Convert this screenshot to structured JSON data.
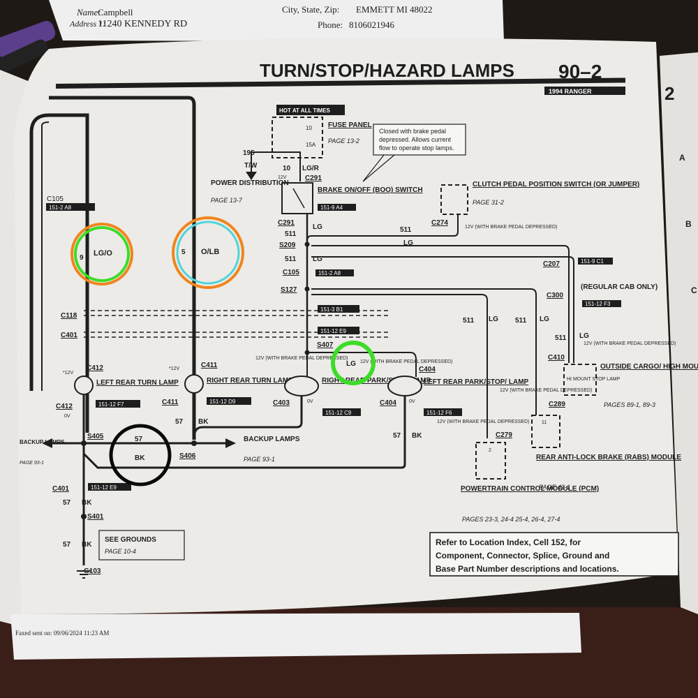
{
  "top_paper": {
    "name_label": "Name:",
    "name_value": "Campbell",
    "address_label": "Address 1:",
    "address_value": "11240 KENNEDY RD",
    "city_label": "City, State, Zip:",
    "city_value": "EMMETT MI 48022",
    "phone_label": "Phone:",
    "phone_value": "8106021946"
  },
  "diagram": {
    "title": "TURN/STOP/HAZARD LAMPS",
    "section": "90–2",
    "model": "1994 RANGER",
    "next_page_edge": "2",
    "edge_letters": [
      "A",
      "B",
      "C"
    ],
    "hot_label": "HOT AT ALL TIMES",
    "fuse_no": "10",
    "fuse_amp": "15A",
    "fuse_panel": "FUSE PANEL",
    "fuse_page": "PAGE 13-2",
    "note_text": [
      "Closed with brake pedal",
      "depressed. Allows current",
      "flow to operate stop lamps."
    ],
    "power_dist": "POWER DISTRIBUTION",
    "power_page": "PAGE 13-7",
    "w195": "195",
    "tw": "T/W",
    "w10": "10",
    "lgr": "LG/R",
    "c291": "C291",
    "v12": "12V",
    "boo_switch": "BRAKE ON/OFF (BOO) SWITCH",
    "boo_ref": "151-9 A4",
    "clutch_switch": "CLUTCH PEDAL POSITION SWITCH (OR JUMPER)",
    "clutch_page": "PAGE 31-2",
    "c274": "C274",
    "brake_note": "12V (WITH BRAKE PEDAL DEPRESSED)",
    "c105": "C105",
    "c105_ref": "151-2 A8",
    "w9": "9",
    "lgo": "LG/O",
    "w5": "5",
    "olb": "O/LB",
    "w511": "511",
    "lg": "LG",
    "s209": "S209",
    "s127": "S127",
    "c207": "C207",
    "c207_ref": "151-9 C1",
    "c300": "C300",
    "regular_cab": "(REGULAR CAB ONLY)",
    "c300_ref": "151-12 F3",
    "c118": "C118",
    "c118_ref": "151-3 B1",
    "c401": "C401",
    "c401_ref": "151-12 E9",
    "s407": "S407",
    "c410": "C410",
    "hi_mount": "HI MOUNT STOP LAMP",
    "outside_cargo": "OUTSIDE CARGO/ HIGH MOUNT STOP LAMPS",
    "outside_page": "PAGES 89-1, 89-3",
    "c412": "C412",
    "star12v": "*12V",
    "left_rear_turn": "LEFT REAR TURN LAMP",
    "lrt_ref": "151-12 F7",
    "c411": "C411",
    "right_rear_turn": "RIGHT REAR TURN LAMP",
    "rrt_ref": "151-12 D9",
    "c403": "C403",
    "c404": "C404",
    "right_rear_park": "RIGHT REAR PARK/STOP/ LAMP",
    "rrp_ref": "151-12 C9",
    "left_rear_park": "LEFT REAR PARK/STOP/ LAMP",
    "lrp_ref": "151-12 F6",
    "ov": "0V",
    "c289": "C289",
    "rabs": "REAR ANTI-LOCK BRAKE (RABS) MODULE",
    "rabs_page": "PAGE 42-1",
    "rabs_pin": "11",
    "c279": "C279",
    "pcm": "POWERTRAIN CONTROL MODULE (PCM)",
    "pcm_pages": "PAGES 23-3, 24-4 25-4, 26-4, 27-4",
    "pcm_pin": "2",
    "s405": "S405",
    "s406": "S406",
    "w57": "57",
    "bk": "BK",
    "backup_lamps_left": "BACKUP LAMPS",
    "backup_page_left": "PAGE 93-1",
    "backup_lamps": "BACKUP LAMPS",
    "backup_page": "PAGE 93-1",
    "s401": "S401",
    "see_grounds": "SEE GROUNDS",
    "grounds_page": "PAGE 10-4",
    "g103": "G103",
    "refer_text": [
      "Refer to Location Index, Cell 152, for",
      "Component, Connector, Splice, Ground and",
      "Base Part Number descriptions and locations."
    ],
    "footer_sent": "Faxed sent on: 09/06/2024 11:23 AM"
  },
  "annotations": {
    "green": "#3ddc28",
    "orange": "#f0851e",
    "cyan": "#4fd4d8",
    "black": "#0a0a0a"
  }
}
